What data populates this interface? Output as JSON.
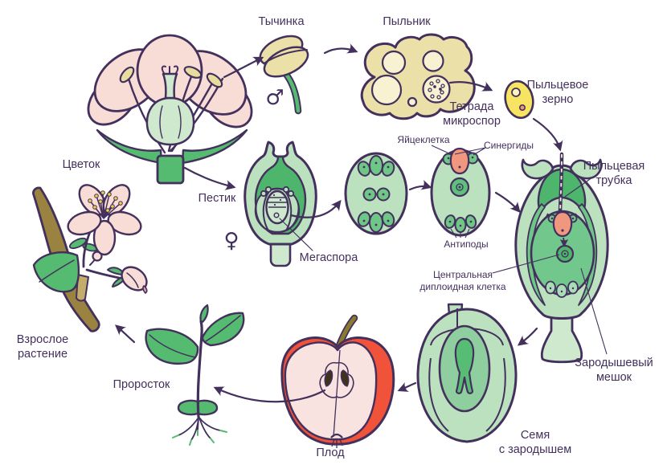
{
  "diagram": {
    "subject": "Life cycle of a flowering plant (apple)",
    "language": "ru"
  },
  "labels": {
    "stamen": "Тычинка",
    "anther": "Пыльник",
    "tetrad": {
      "l1": "Тетрада",
      "l2": "микроспор"
    },
    "pollen_grain": {
      "l1": "Пыльцевое",
      "l2": "зерно"
    },
    "flower": "Цветок",
    "pistil": "Пестик",
    "megaspore": "Мегаспора",
    "egg_cell": "Яйцеклетка",
    "synergids": "Синергиды",
    "antipodes": "Антиподы",
    "pollen_tube": {
      "l1": "Пыльцевая",
      "l2": "трубка"
    },
    "central_cell": {
      "l1": "Центральная",
      "l2": "диплоидная клетка"
    },
    "embryo_sac": {
      "l1": "Зародышевый",
      "l2": "мешок"
    },
    "seed": {
      "l1": "Семя",
      "l2": "с зародышем"
    },
    "fruit": "Плод",
    "seedling": "Проросток",
    "adult_plant": {
      "l1": "Взрослое",
      "l2": "растение"
    }
  },
  "symbols": {
    "male": "♂",
    "female": "♀"
  },
  "colors": {
    "outline": "#43305c",
    "text": "#43305c",
    "petal_pink": "#f8dcd6",
    "leaf_green": "#54bb70",
    "light_green": "#bbe1bf",
    "pale_green": "#cfe9cf",
    "mid_green": "#4eb56c",
    "sac_green": "#72c78c",
    "cell_green": "#6ec687",
    "anther_cream": "#ece0a9",
    "anther_pale": "#f8f2d3",
    "pollen_yellow": "#f7e463",
    "egg_salmon": "#f0977f",
    "apple_red": "#f0523a",
    "apple_flesh": "#f9e3e0",
    "branch_brown": "#9a8340",
    "stem_olive": "#8a7a2e",
    "stamen_dot_yellow": "#f0d04a"
  }
}
